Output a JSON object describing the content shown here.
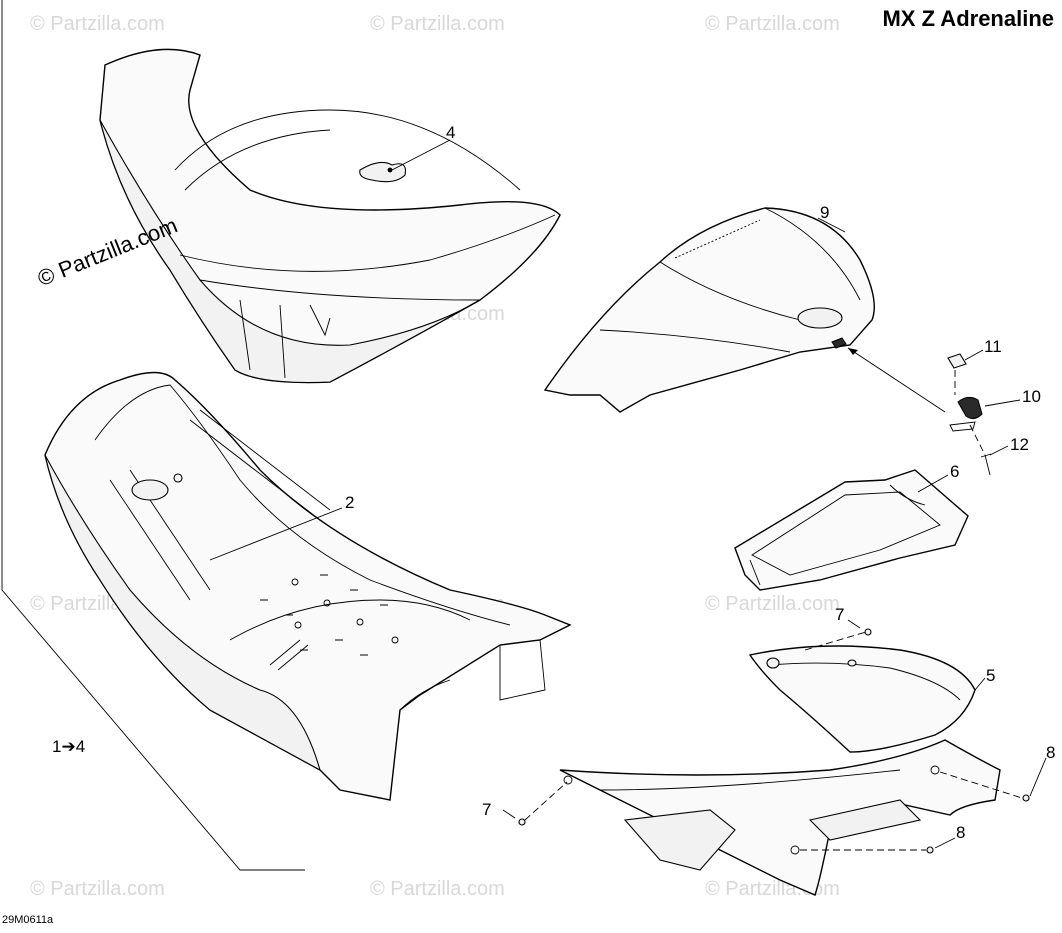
{
  "title": "MX Z Adrenaline",
  "figure_code": "29M0611a",
  "copyright": "© Partzilla.com",
  "watermark_text": "© Partzilla.com",
  "callouts": {
    "c1": "1➔4",
    "c2": "2",
    "c4": "4",
    "c5": "5",
    "c6": "6",
    "c7a": "7",
    "c7b": "7",
    "c8a": "8",
    "c8b": "8",
    "c9": "9",
    "c10": "10",
    "c11": "11",
    "c12": "12"
  },
  "colors": {
    "line": "#000000",
    "watermark": "#d8d8d8",
    "background": "#ffffff"
  }
}
